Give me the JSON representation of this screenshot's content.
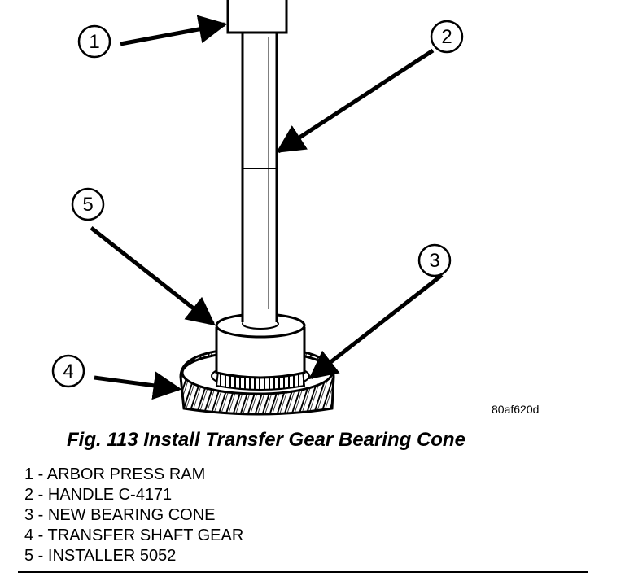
{
  "figure": {
    "code": "80af620d",
    "caption": "Fig. 113 Install Transfer Gear Bearing Cone"
  },
  "callouts": [
    "1",
    "2",
    "3",
    "4",
    "5"
  ],
  "legend": [
    "1 - ARBOR PRESS RAM",
    "2 - HANDLE C-4171",
    "3 - NEW BEARING CONE",
    "4 - TRANSFER SHAFT GEAR",
    "5 - INSTALLER 5052"
  ]
}
